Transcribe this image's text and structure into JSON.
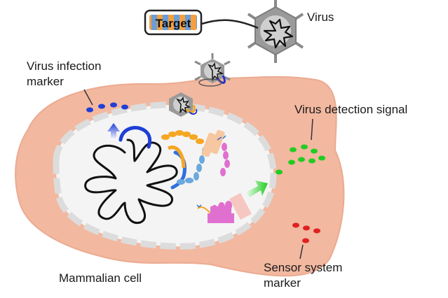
{
  "target_tag": {
    "text": "Target"
  },
  "labels": {
    "virus": "Virus",
    "virus_infection_marker_line1": "Virus infection",
    "virus_infection_marker_line2": "marker",
    "virus_detection_signal": "Virus detection signal",
    "sensor_system_marker_line1": "Sensor system",
    "sensor_system_marker_line2": "marker",
    "mammalian_cell": "Mammalian cell"
  },
  "colors": {
    "cell_fill": "#f2b8a0",
    "cell_edge": "#e8a88e",
    "nucleus_fill": "#f4f4f4",
    "nucleus_border": "#dadada",
    "virus_body": "#9a9a9a",
    "dna": "#111111",
    "blue_marker": "#1f3ed6",
    "green_signal": "#22cc22",
    "red_marker": "#e02020",
    "orange_domain": "#f5a623",
    "light_blue_domain": "#6aa8de",
    "pink_domain": "#e070d0",
    "peach_domain": "#f6c7a0",
    "target_orange": "#f5a040",
    "target_blue": "#6a9ed8"
  },
  "icons": [
    "virus-icon",
    "virus-attaching-icon",
    "virus-entering-icon",
    "dna-genome-icon",
    "sensor-protein-icon",
    "reporter-arrow-icon"
  ]
}
